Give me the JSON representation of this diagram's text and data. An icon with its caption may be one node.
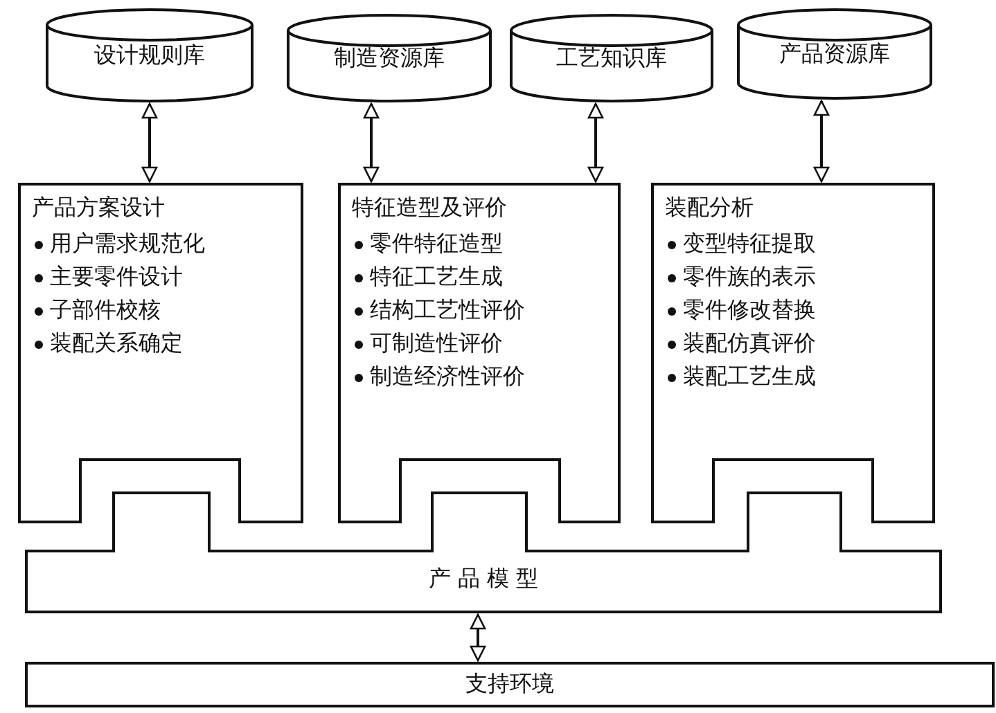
{
  "diagram": {
    "nodes": [
      {
        "text": [
          "设计规则库"
        ]
      },
      {
        "text": [
          "制造资源库"
        ]
      },
      {
        "text": [
          "工艺知识库"
        ]
      },
      {
        "text": [
          "产品资源库"
        ]
      },
      {
        "text": [
          "产品方案设计",
          "用户需求规范化",
          "主要零件设计",
          "子部件校核",
          "装配关系确定"
        ]
      },
      {
        "text": [
          "特征造型及评价",
          "零件特征造型",
          "特征工艺生成",
          "结构工艺性评价",
          "可制造性评价",
          "制造经济性评价"
        ]
      },
      {
        "text": [
          "装配分析",
          "变型特征提取",
          "零件族的表示",
          "零件修改替换",
          "装配仿真评价",
          "装配工艺生成"
        ]
      },
      {
        "text": [
          "产 品 模 型"
        ]
      },
      {
        "text": [
          "支持环境"
        ]
      }
    ],
    "edges": [
      {
        "from": 0,
        "to": 4,
        "arrow": "both"
      },
      {
        "from": 1,
        "to": 5,
        "arrow": "both"
      },
      {
        "from": 2,
        "to": 5,
        "arrow": "both"
      },
      {
        "from": 3,
        "to": 6,
        "arrow": "both"
      },
      {
        "from": 7,
        "to": 8,
        "arrow": "both"
      }
    ]
  }
}
